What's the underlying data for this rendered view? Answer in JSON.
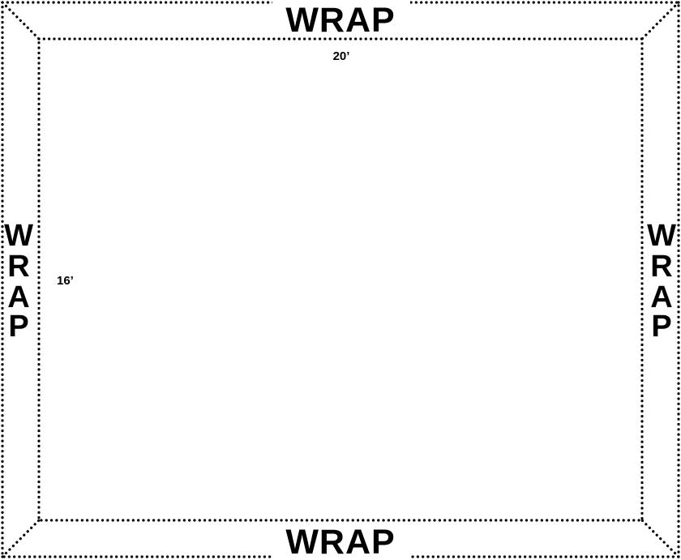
{
  "diagram": {
    "top_wrap_label": "WRAP",
    "bottom_wrap_label": "WRAP",
    "left_wrap_letters": [
      "W",
      "R",
      "A",
      "P"
    ],
    "right_wrap_letters": [
      "W",
      "R",
      "A",
      "P"
    ],
    "width_dimension": "20’",
    "height_dimension": "16’",
    "line_color": "#000000",
    "text_color": "#000000",
    "background_color": "#ffffff"
  }
}
